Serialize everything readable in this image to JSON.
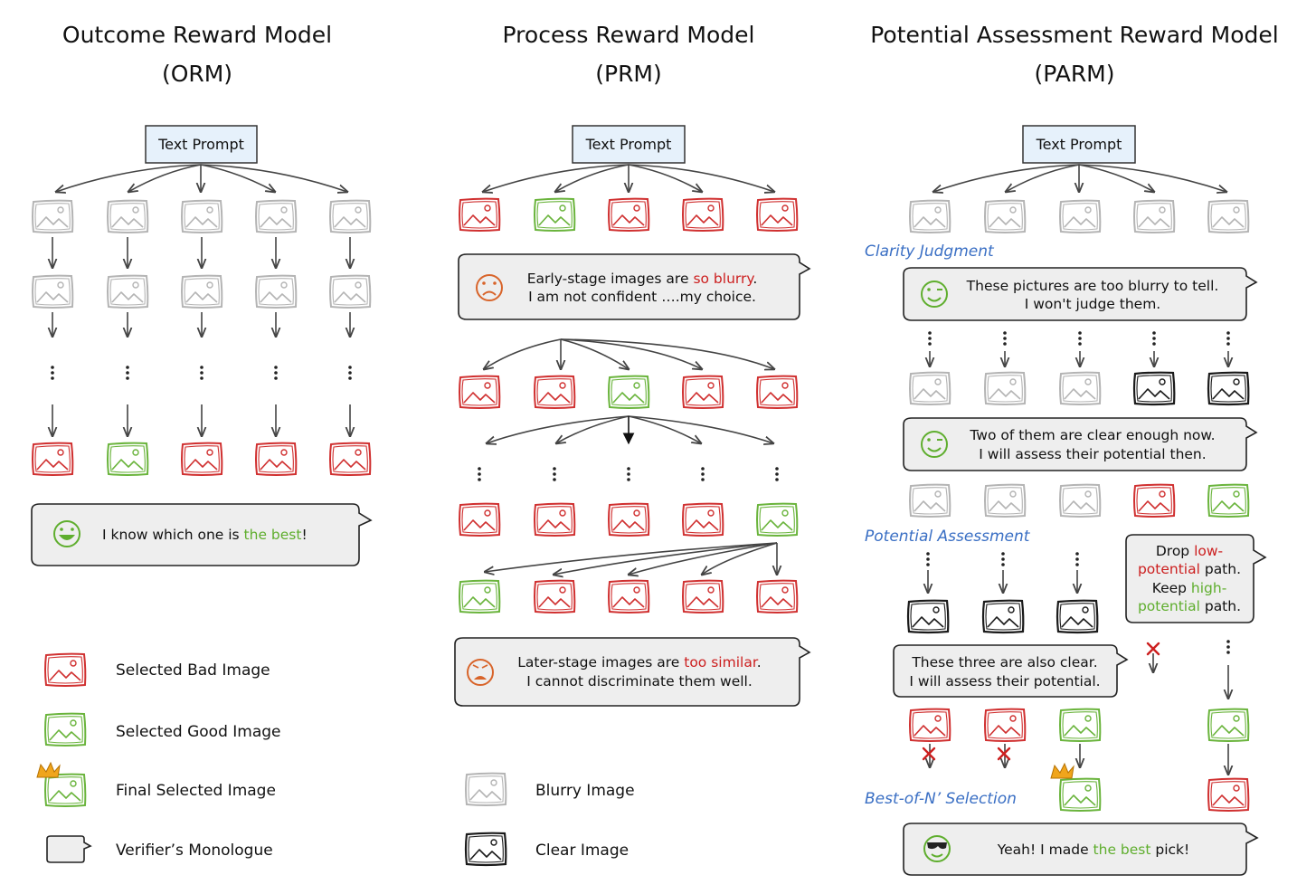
{
  "columns": {
    "orm": {
      "title_line1": "Outcome Reward Model",
      "title_line2": "(ORM)",
      "prompt": "Text Prompt"
    },
    "prm": {
      "title_line1": "Process Reward Model",
      "title_line2": "(PRM)",
      "prompt": "Text Prompt"
    },
    "parm": {
      "title_line1": "Potential Assessment Reward Model",
      "title_line2": "(PARM)",
      "prompt": "Text Prompt"
    }
  },
  "bubbles": {
    "orm": {
      "a": "I know which one is ",
      "b": "the best",
      "c": "!"
    },
    "prm1": {
      "l1a": "Early-stage images  are ",
      "l1b": "so blurry",
      "l1c": ".",
      "l2": "I am not confident ….my choice."
    },
    "prm2": {
      "l1a": "Later-stage images are ",
      "l1b": "too similar",
      "l1c": ".",
      "l2": "I cannot discriminate them well."
    },
    "parm1": {
      "l1": "These pictures are too blurry to tell.",
      "l2": "I won't judge them."
    },
    "parm2": {
      "l1": "Two of them are clear enough now.",
      "l2": "I will assess their potential then."
    },
    "parm3": {
      "l1": "These three are also clear.",
      "l2": "I will assess their potential."
    },
    "parm4": {
      "l1a": "Drop ",
      "l1b": "low-",
      "l2a": "potential",
      "l2b": " path.",
      "l3a": "Keep  ",
      "l3b": "high-",
      "l4a": "potential",
      "l4b": " path."
    },
    "parm5": {
      "a": "Yeah! I made ",
      "b": "the best",
      "c": " pick!"
    }
  },
  "stages": {
    "clarity": "Clarity Judgment",
    "potential": "Potential Assessment",
    "bon": "Best-of-N’ Selection"
  },
  "legend": {
    "bad": "Selected Bad Image",
    "good": "Selected Good Image",
    "final": "Final Selected Image",
    "monologue": "Verifier’s Monologue",
    "blurry": "Blurry Image",
    "clear": "Clear Image"
  },
  "colors": {
    "bad": "#d03030",
    "good": "#6ab43c",
    "blurry": "#b4b4b4",
    "clear": "#1a1a1a",
    "prompt_fill": "#e6f1fb",
    "bubble_fill": "#eeeeee",
    "highlight_red": "#cc1f1f",
    "highlight_green": "#5fae2e",
    "stage_blue": "#3a6fc4",
    "smile_green": "#5fae2e",
    "sad_orange": "#d8642a"
  },
  "icons": {
    "image": "image-icon",
    "crown": "crown-icon",
    "smile": "smile-face-icon",
    "wink": "wink-face-icon",
    "sad": "sad-face-icon",
    "worried": "worried-face-icon",
    "cool": "cool-face-icon",
    "cross": "cross-icon"
  }
}
